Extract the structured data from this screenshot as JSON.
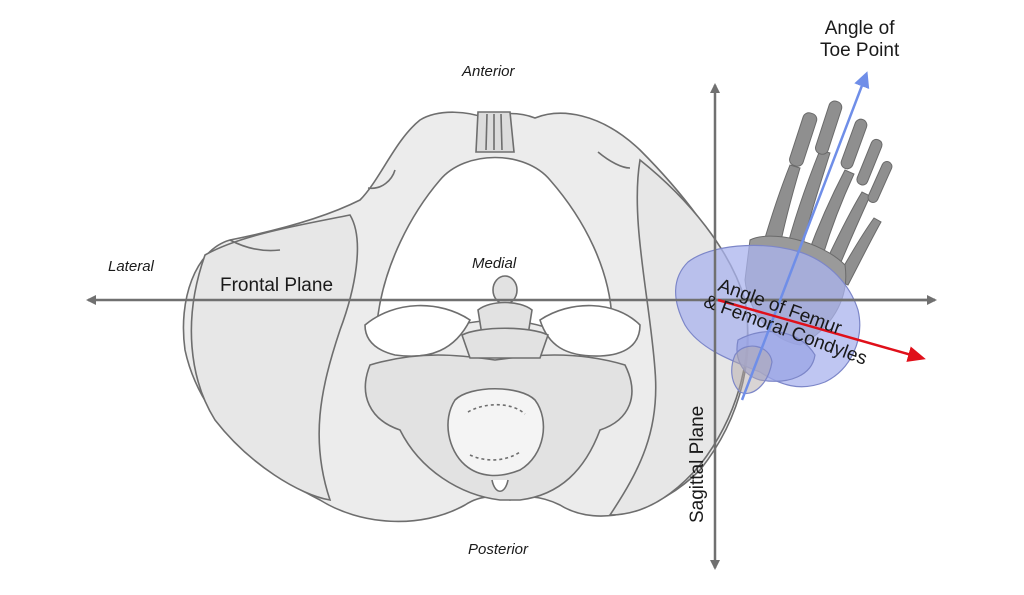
{
  "directions": {
    "anterior": "Anterior",
    "posterior": "Posterior",
    "lateral": "Lateral",
    "medial": "Medial"
  },
  "planes": {
    "frontal": "Frontal Plane",
    "sagittal": "Sagittal Plane"
  },
  "toe_point": {
    "line1": "Angle of",
    "line2": "Toe Point"
  },
  "femur": {
    "line1": "Angle of Femur",
    "line2": "& Femoral Condyles"
  },
  "colors": {
    "axis": "#707070",
    "bone_fill": "#ececec",
    "bone_stroke": "#6e6e6e",
    "foot_bones": "#8f8f8f",
    "condyle_fill": "#aab3ee",
    "toe_arrow": "#6f8ee8",
    "femur_arrow": "#e0101a",
    "text": "#1a1a1a"
  },
  "icons": [
    "pelvis-illustration",
    "foot-skeleton-illustration",
    "femoral-condyles-illustration"
  ]
}
